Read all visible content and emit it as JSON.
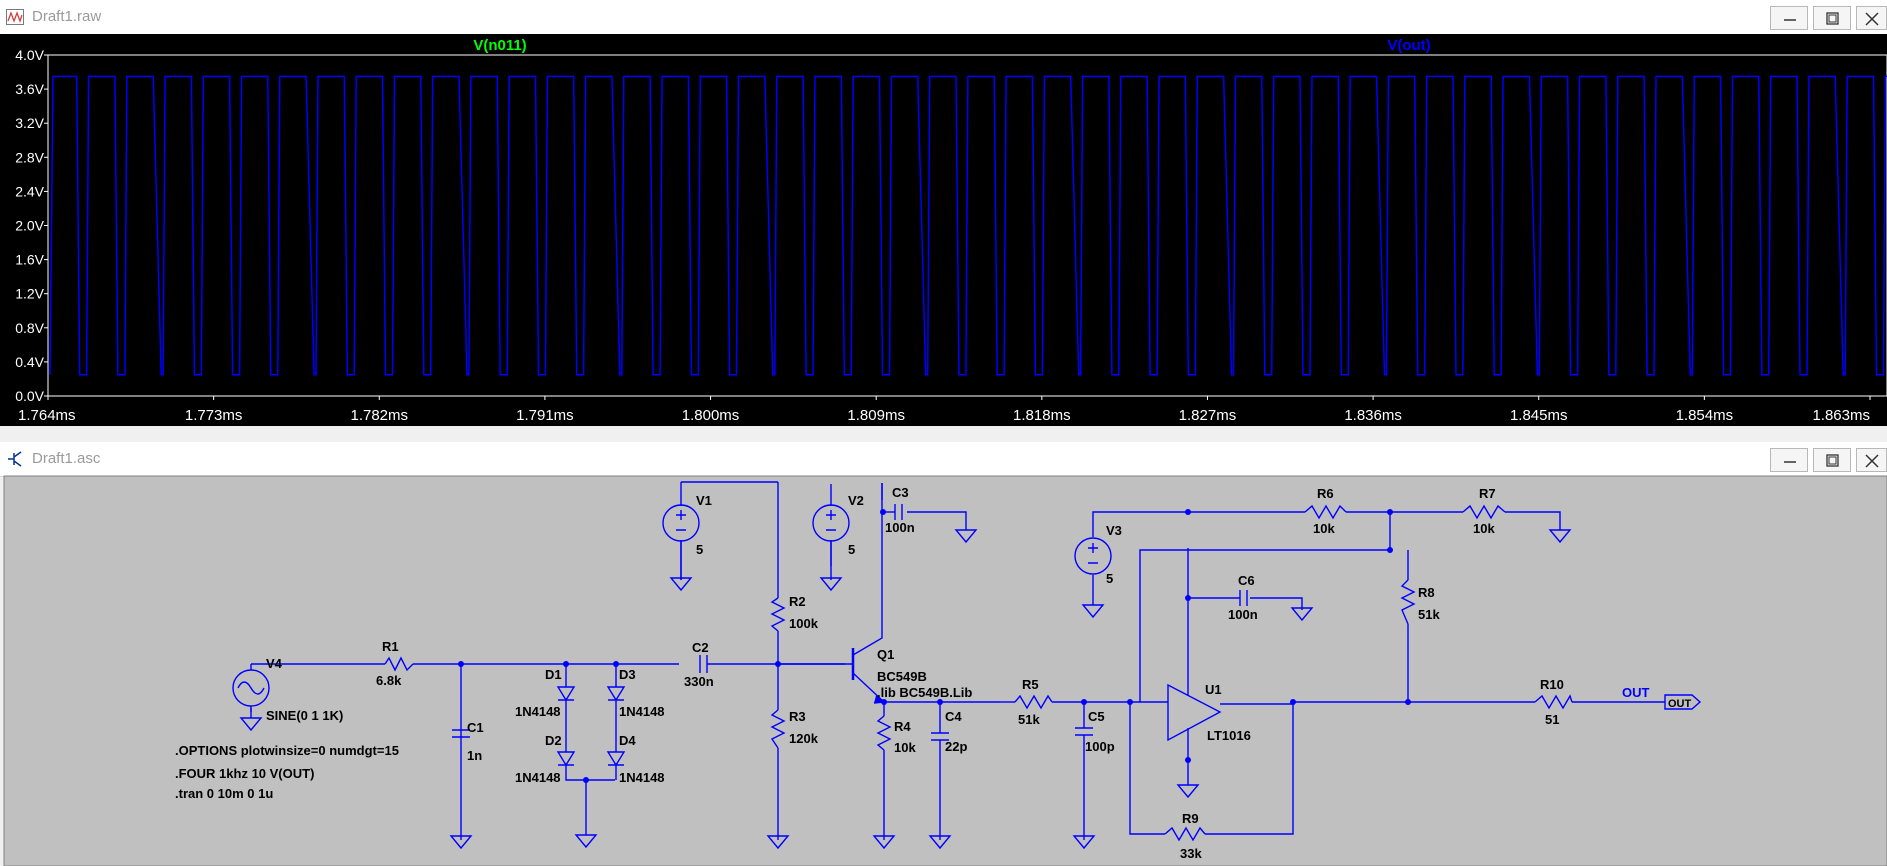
{
  "waveform_window": {
    "title": "Draft1.raw",
    "traces": [
      {
        "label": "V(n011)",
        "color": "#00ff00"
      },
      {
        "label": "V(out)",
        "color": "#0000ff"
      }
    ],
    "y_ticks": [
      "4.0V",
      "3.6V",
      "3.2V",
      "2.8V",
      "2.4V",
      "2.0V",
      "1.6V",
      "1.2V",
      "0.8V",
      "0.4V",
      "0.0V"
    ],
    "x_ticks": [
      "1.764ms",
      "1.773ms",
      "1.782ms",
      "1.791ms",
      "1.800ms",
      "1.809ms",
      "1.818ms",
      "1.827ms",
      "1.836ms",
      "1.845ms",
      "1.854ms",
      "1.863ms"
    ]
  },
  "chart_data": {
    "type": "line",
    "title": "",
    "xlabel": "",
    "ylabel": "",
    "xlim": [
      1.764,
      1.863
    ],
    "ylim": [
      0,
      4.0
    ],
    "x_unit": "ms",
    "y_unit": "V",
    "grid": false,
    "series": [
      {
        "name": "V(out)",
        "color": "#0000ff",
        "shape": "square wave",
        "high": 3.75,
        "low": 0.25,
        "cycles_visible": 48
      }
    ]
  },
  "schematic_window": {
    "title": "Draft1.asc",
    "components": {
      "V1": {
        "name": "V1",
        "value": "5"
      },
      "V2": {
        "name": "V2",
        "value": "5"
      },
      "V3": {
        "name": "V3",
        "value": "5"
      },
      "V4": {
        "name": "V4",
        "value": "SINE(0 1 1K)"
      },
      "R1": {
        "name": "R1",
        "value": "6.8k"
      },
      "R2": {
        "name": "R2",
        "value": "100k"
      },
      "R3": {
        "name": "R3",
        "value": "120k"
      },
      "R4": {
        "name": "R4",
        "value": "10k"
      },
      "R5": {
        "name": "R5",
        "value": "51k"
      },
      "R6": {
        "name": "R6",
        "value": "10k"
      },
      "R7": {
        "name": "R7",
        "value": "10k"
      },
      "R8": {
        "name": "R8",
        "value": "51k"
      },
      "R9": {
        "name": "R9",
        "value": "33k"
      },
      "R10": {
        "name": "R10",
        "value": "51"
      },
      "C1": {
        "name": "C1",
        "value": "1n"
      },
      "C2": {
        "name": "C2",
        "value": "330n"
      },
      "C3": {
        "name": "C3",
        "value": "100n"
      },
      "C4": {
        "name": "C4",
        "value": "22p"
      },
      "C5": {
        "name": "C5",
        "value": "100p"
      },
      "C6": {
        "name": "C6",
        "value": "100n"
      },
      "D1": {
        "name": "D1",
        "value": "1N4148"
      },
      "D2": {
        "name": "D2",
        "value": "1N4148"
      },
      "D3": {
        "name": "D3",
        "value": "1N4148"
      },
      "D4": {
        "name": "D4",
        "value": "1N4148"
      },
      "Q1": {
        "name": "Q1",
        "value": "BC549B"
      },
      "U1": {
        "name": "U1",
        "value": "LT1016"
      }
    },
    "directives": [
      ".OPTIONS plotwinsize=0 numdgt=15",
      ".FOUR 1khz 10 V(OUT)",
      ".tran 0 10m 0 1u",
      ".lib BC549B.Lib"
    ],
    "net_label": "OUT",
    "port_label": "OUT"
  },
  "colors": {
    "wire": "#0000ff",
    "schem_bg": "#c0c0c0",
    "plot_bg": "#000000",
    "trace_green": "#00ff00",
    "trace_blue": "#0000ff"
  }
}
